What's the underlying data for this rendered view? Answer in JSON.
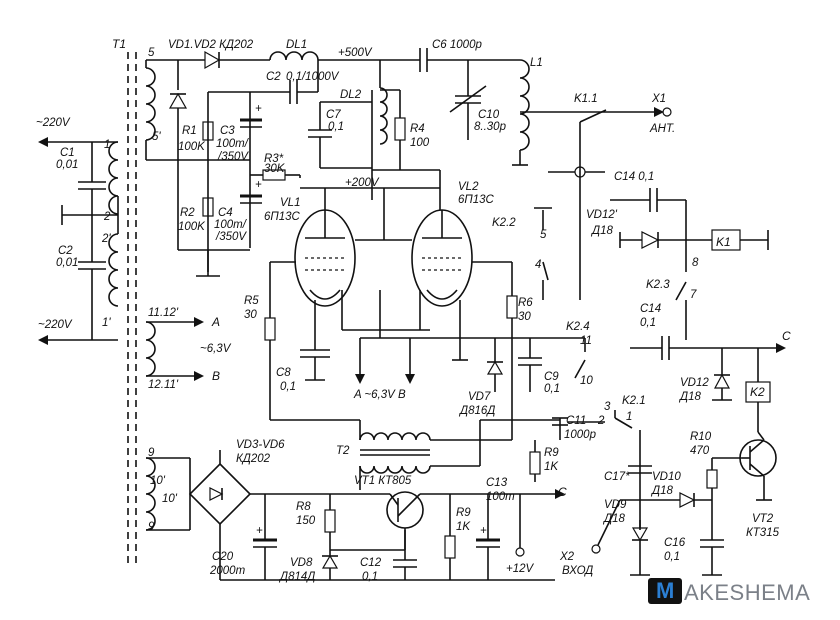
{
  "diagram": {
    "T1": "T1",
    "mains_top": "~220V",
    "mains_bottom": "~220V",
    "C1": "C1",
    "C1_val": "0,01",
    "C2": "C2",
    "C2_val": "0,01",
    "pin1": "1",
    "pin2": "2",
    "pin2p": "2'",
    "pin1p": "1'",
    "pin5": "5",
    "pin5p": "5'",
    "pin11_12p": "11.12'",
    "pin12_11p": "12.11'",
    "A": "A",
    "B": "B",
    "fil_v": "~6,3V",
    "pin9": "9",
    "pin10p": "10'",
    "pin10": "10'",
    "pin9b": "9",
    "VD1_2": "VD1.VD2 КД202",
    "DL1": "DL1",
    "plus500": "+500V",
    "C6": "C6 1000p",
    "L1": "L1",
    "C2b": "C2",
    "C2b_val": "0,1/1000V",
    "DL2": "DL2",
    "C7": "C7",
    "C7_val": "0,1",
    "R1": "R1",
    "R1_val": "100K",
    "C3": "C3",
    "C3_val": "100m/",
    "C3_val2": "/350V",
    "R4": "R4",
    "R4_val": "100",
    "C10": "C10",
    "C10_val": "8..30p",
    "R3": "R3*",
    "R3_val": "30K",
    "plus200": "+200V",
    "VL1": "VL1",
    "VL1_type": "6П13С",
    "VL2": "VL2",
    "VL2_type": "6П13С",
    "R2": "R2",
    "R2_val": "100K",
    "C4": "C4",
    "C4_val": "100m/",
    "C4_val2": "/350V",
    "K11": "K1.1",
    "X1": "X1",
    "ANT": "АНТ.",
    "C14a": "C14 0,1",
    "VD12a": "VD12'",
    "VD12a_type": "Д18",
    "K1": "K1",
    "K22": "K2.2",
    "n5": "5",
    "n4": "4",
    "n8": "8",
    "K23": "K2.3",
    "n7": "7",
    "R5": "R5",
    "R5_val": "30",
    "R6": "R6",
    "R6_val": "30",
    "K24": "K2.4",
    "n11": "11",
    "n10": "10",
    "C14b": "C14",
    "C14b_val": "0,1",
    "C_out1": "C",
    "C8": "C8",
    "C8_val": "0,1",
    "A63B": "A ~6,3V B",
    "C9": "C9",
    "C9_val": "0,1",
    "VD7": "VD7",
    "VD7_type": "Д816Д",
    "VD12b": "VD12",
    "VD12b_type": "Д18",
    "K2": "K2",
    "n3": "3",
    "K21": "K2.1",
    "n2": "2",
    "n1": "1",
    "C11": "C11",
    "C11_val": "1000p",
    "T2": "T2",
    "R9a": "R9",
    "R9a_val": "1K",
    "R10": "R10",
    "R10_val": "470",
    "VD3_6": "VD3-VD6",
    "VD3_6_type": "КД202",
    "VT1": "VT1 КТ805",
    "C13": "C13",
    "C13_val": "100m",
    "C_out2": "C",
    "C17": "C17*",
    "VD10": "VD10",
    "VD10_type": "Д18",
    "R8": "R8",
    "R8_val": "150",
    "R9b": "R9",
    "R9b_val": "1K",
    "VD9": "VD9",
    "VD9_type": "Д18",
    "VT2": "VT2",
    "VT2_type": "КТ315",
    "C20": "C20",
    "C20_val": "2000m",
    "VD8": "VD8",
    "VD8_type": "Д814Д",
    "C12": "C12",
    "C12_val": "0,1",
    "plus12": "+12V",
    "X2": "X2",
    "VHOD": "ВХОД",
    "C16": "C16",
    "C16_val": "0,1"
  },
  "watermark": {
    "text": "AKESHEMA",
    "letter": "M",
    "accent": "#2b7fd4"
  }
}
